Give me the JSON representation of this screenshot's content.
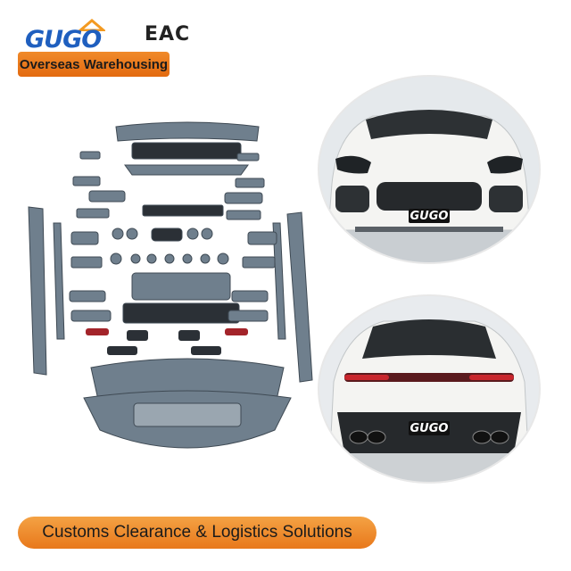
{
  "brand": {
    "logo_text": "GUGO",
    "cert_mark": "EAC"
  },
  "top_badge": {
    "label": "Overseas Warehousing",
    "color": "#ea7a1c"
  },
  "bottom_badge": {
    "label": "Customs Clearance & Logistics Solutions",
    "color": "#f08c2e"
  },
  "photos": {
    "front_plate": "GUGO",
    "rear_plate": "GUGO"
  },
  "colors": {
    "brand_blue": "#1f5fbf",
    "car_white": "#f4f4f2",
    "part_grey": "#6f7f8d"
  }
}
